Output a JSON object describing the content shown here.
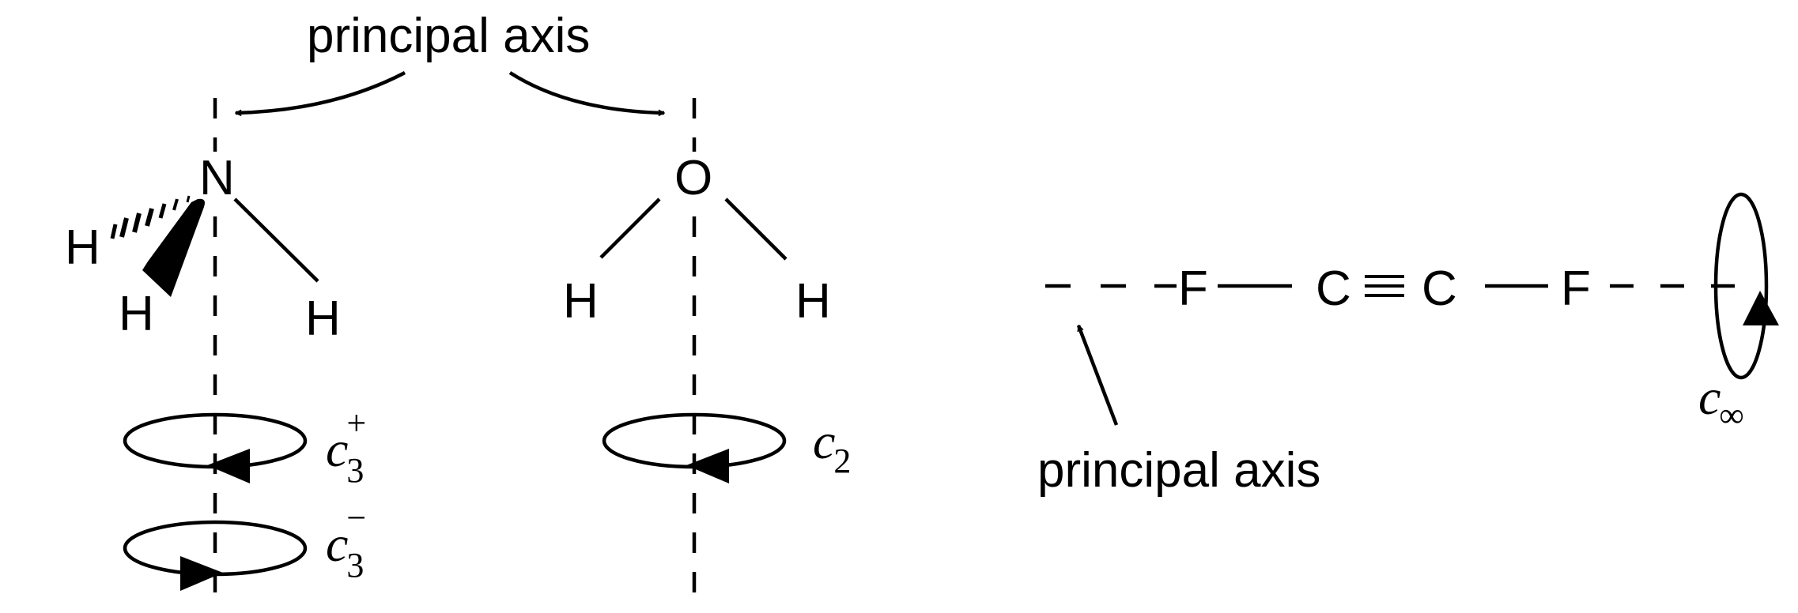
{
  "labels": {
    "principal_axis_top": "principal axis",
    "principal_axis_right": "principal axis"
  },
  "nh3": {
    "central": "N",
    "h_left": "H",
    "h_front": "H",
    "h_right": "H",
    "op_plus": {
      "symbol": "c",
      "sub": "3",
      "sup": "+"
    },
    "op_minus": {
      "symbol": "c",
      "sub": "3",
      "sup": "−"
    }
  },
  "h2o": {
    "central": "O",
    "h_left": "H",
    "h_right": "H",
    "op": {
      "symbol": "c",
      "sub": "2"
    }
  },
  "c2f2": {
    "f_left": "F",
    "c_left": "C",
    "c_right": "C",
    "f_right": "F",
    "op": {
      "symbol": "c",
      "sub": "∞"
    }
  }
}
